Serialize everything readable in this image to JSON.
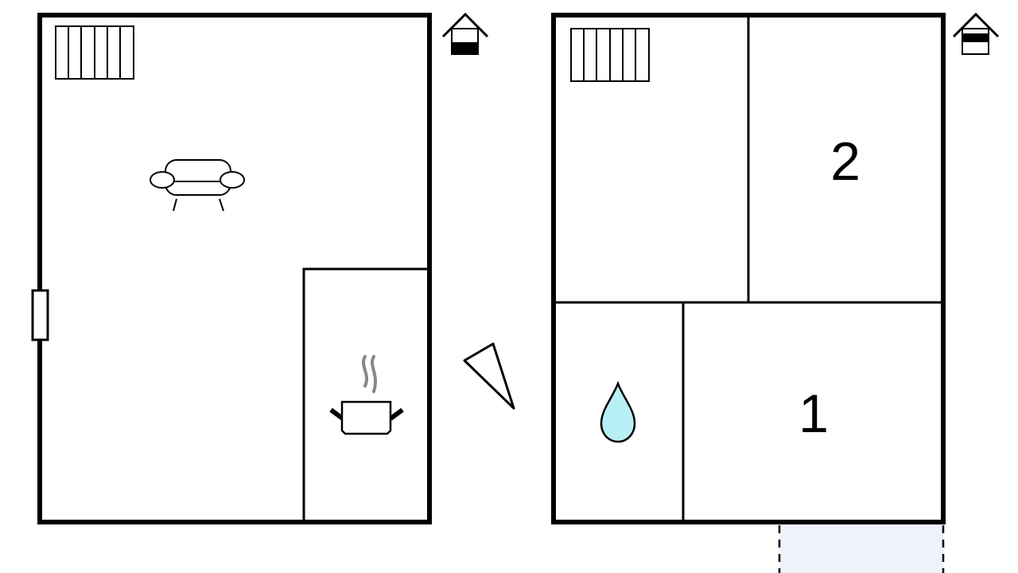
{
  "plan": {
    "floors": [
      {
        "name": "ground-floor",
        "icons": [
          "radiator-icon",
          "sofa-icon",
          "kitchen-pot-icon",
          "door-icon",
          "house-level-icon"
        ]
      },
      {
        "name": "upper-floor",
        "rooms": [
          {
            "label": "2"
          },
          {
            "label": "1"
          }
        ],
        "icons": [
          "radiator-icon",
          "water-drop-icon",
          "house-level-icon"
        ]
      }
    ],
    "colors": {
      "wall": "#000000",
      "water": "#b7f0f5",
      "terrace": "#eef2fa",
      "steam": "#888888"
    }
  }
}
